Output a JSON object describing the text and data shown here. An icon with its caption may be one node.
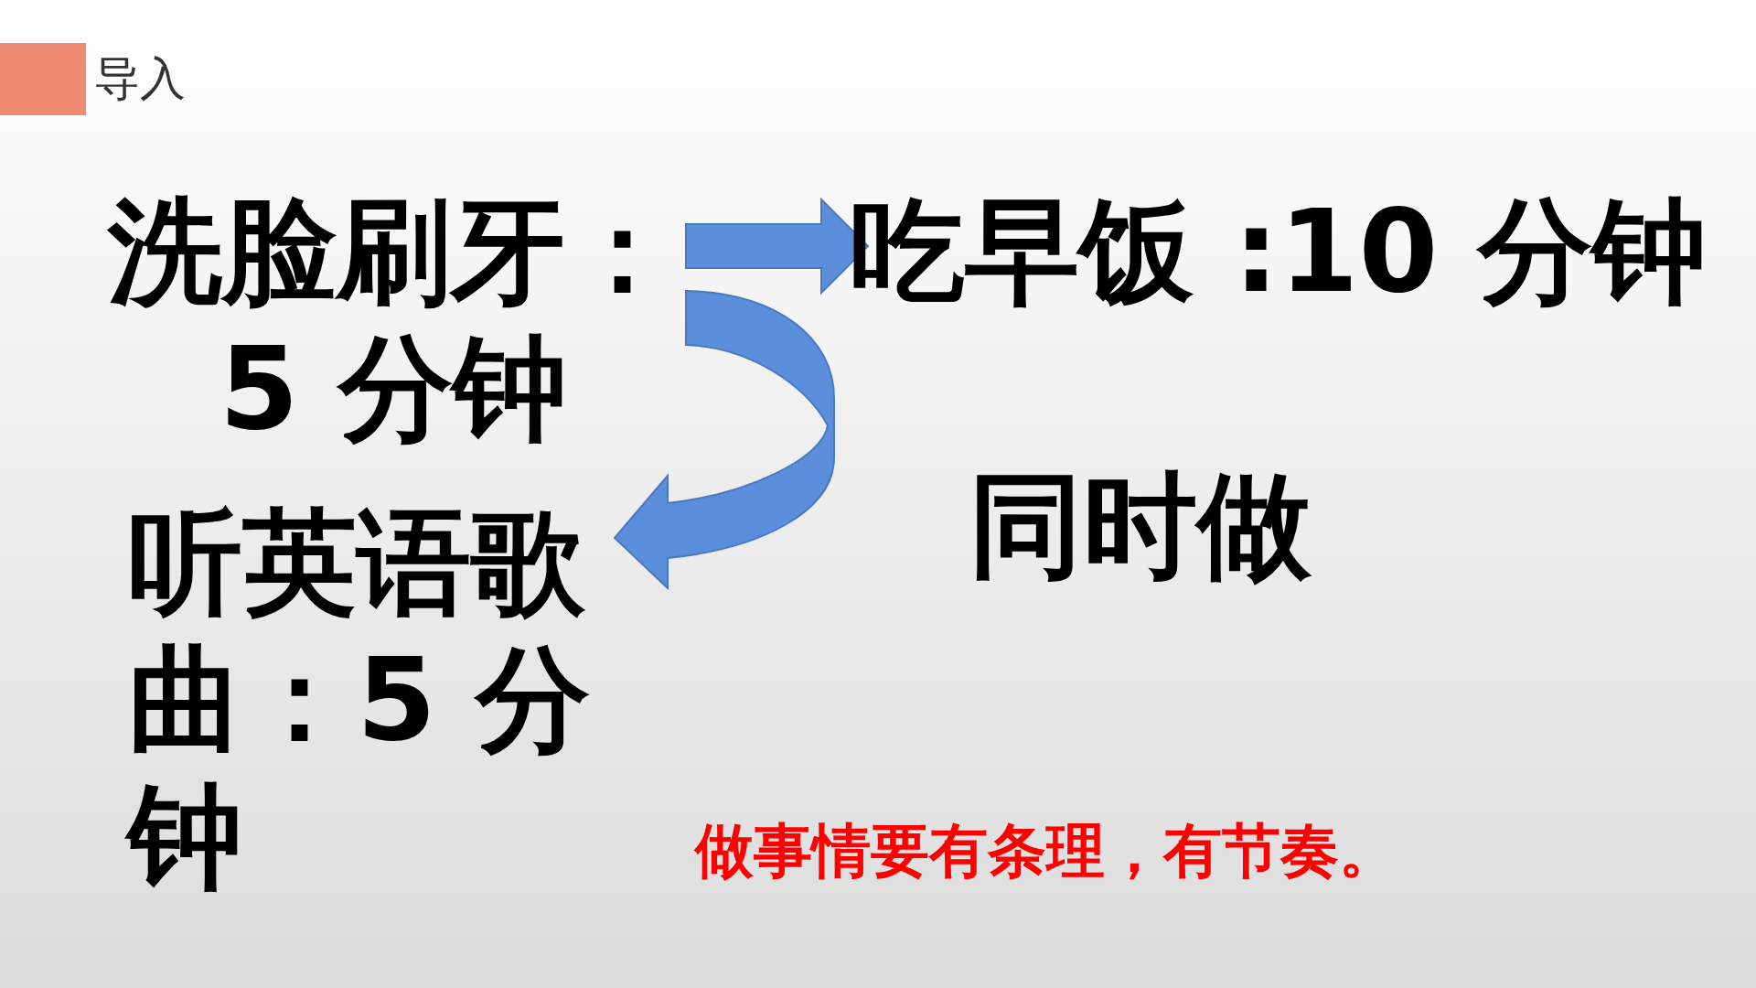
{
  "diagram": {
    "title": "导入",
    "nodes": [
      {
        "text": [
          "洗脸刷牙：5 分钟"
        ]
      },
      {
        "text": [
          "吃早饭 :10 分钟"
        ]
      },
      {
        "text": [
          "听英语歌曲：5 分钟"
        ]
      }
    ],
    "edges": [
      {
        "from": 0,
        "to": 1,
        "arrow": "to"
      },
      {
        "from": 0,
        "to": 2,
        "arrow": "to"
      }
    ],
    "labels": [
      "同时做",
      "做事情要有条理，有节奏。"
    ]
  }
}
